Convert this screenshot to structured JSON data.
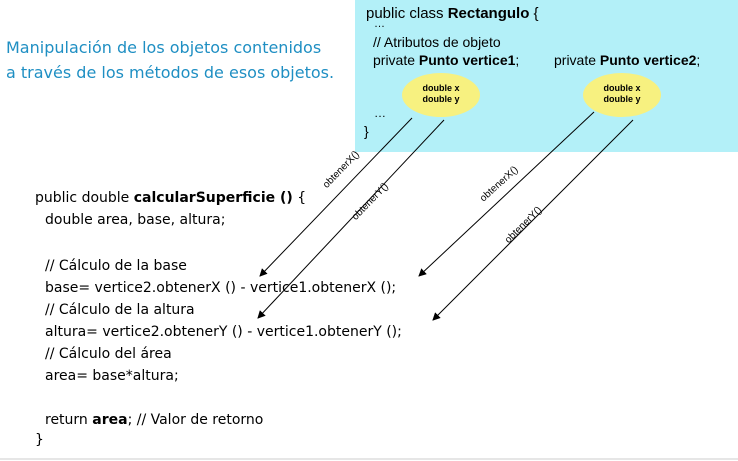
{
  "title": {
    "line1": "Manipulación de los objetos contenidos",
    "line2": "a través de los métodos de esos objetos."
  },
  "class_box": {
    "header_prefix": "public class ",
    "header_name": "Rectangulo",
    "header_suffix": " {",
    "dots_top": "…",
    "comment": "// Atributos de objeto",
    "attr1_prefix": "private ",
    "attr1_strong": "Punto vertice1",
    "attr1_suffix": ";",
    "attr2_prefix": "private ",
    "attr2_strong": "Punto vertice2",
    "attr2_suffix": ";",
    "dots_bottom": "…",
    "closing_brace": "}"
  },
  "ellipses": [
    {
      "line1": "double x",
      "line2": "double y"
    },
    {
      "line1": "double x",
      "line2": "double y"
    }
  ],
  "method": {
    "sig_prefix": "public double ",
    "sig_name": "calcularSuperficie ()",
    "sig_suffix": " {",
    "decl": "double area, base, altura;",
    "comment_base": "// Cálculo de la base",
    "base_stmt": "base= vertice2.obtenerX () - vertice1.obtenerX ();",
    "comment_altura": "// Cálculo de la altura",
    "altura_stmt": "altura= vertice2.obtenerY () - vertice1.obtenerY ();",
    "comment_area": "// Cálculo del área",
    "area_stmt": "area= base*altura;",
    "return_prefix": "return ",
    "return_value": "area",
    "return_suffix": ";  // Valor de retorno",
    "closing_brace": "}"
  },
  "arrow_labels": {
    "a1": "obtenerX()",
    "a2": "obtenerY()",
    "a3": "obtenerX()",
    "a4": "obtenerY()"
  },
  "colors": {
    "title": "#1f8fc3",
    "class_box_bg": "#b3f0f8",
    "ellipse_fill": "#f7f180"
  }
}
